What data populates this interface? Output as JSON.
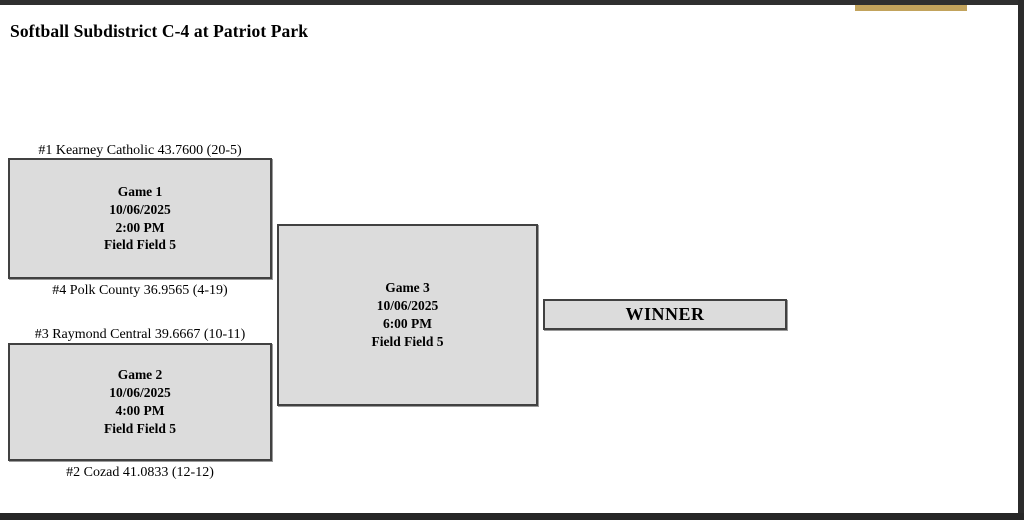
{
  "page": {
    "title": "Softball Subdistrict C-4 at Patriot Park"
  },
  "logo": {
    "banner_color": "#c2a35c",
    "emblem_color": "#1d3f72"
  },
  "theme": {
    "box_fill": "#dcdcdc",
    "box_border": "#414141",
    "page_background": "#ffffff",
    "chrome": "#2b2b2b",
    "text": "#000000"
  },
  "bracket": {
    "teams": [
      {
        "label": "#1 Kearney Catholic 43.7600 (20-5)",
        "seed": "#1",
        "name": "Kearney Catholic",
        "rating": "43.7600",
        "record": "(20-5)"
      },
      {
        "label": "#4 Polk County 36.9565 (4-19)",
        "seed": "#4",
        "name": "Polk County",
        "rating": "36.9565",
        "record": "(4-19)"
      },
      {
        "label": "#3 Raymond Central 39.6667 (10-11)",
        "seed": "#3",
        "name": "Raymond Central",
        "rating": "39.6667",
        "record": "(10-11)"
      },
      {
        "label": "#2 Cozad 41.0833 (12-12)",
        "seed": "#2",
        "name": "Cozad",
        "rating": "41.0833",
        "record": "(12-12)"
      }
    ],
    "games": [
      {
        "name": "Game 1",
        "date": "10/06/2025",
        "time": "2:00 PM",
        "field": "Field Field 5",
        "round": 1
      },
      {
        "name": "Game 2",
        "date": "10/06/2025",
        "time": "4:00 PM",
        "field": "Field Field 5",
        "round": 1
      },
      {
        "name": "Game 3",
        "date": "10/06/2025",
        "time": "6:00 PM",
        "field": "Field Field 5",
        "round": 2
      }
    ],
    "winner": {
      "label": "WINNER"
    }
  }
}
